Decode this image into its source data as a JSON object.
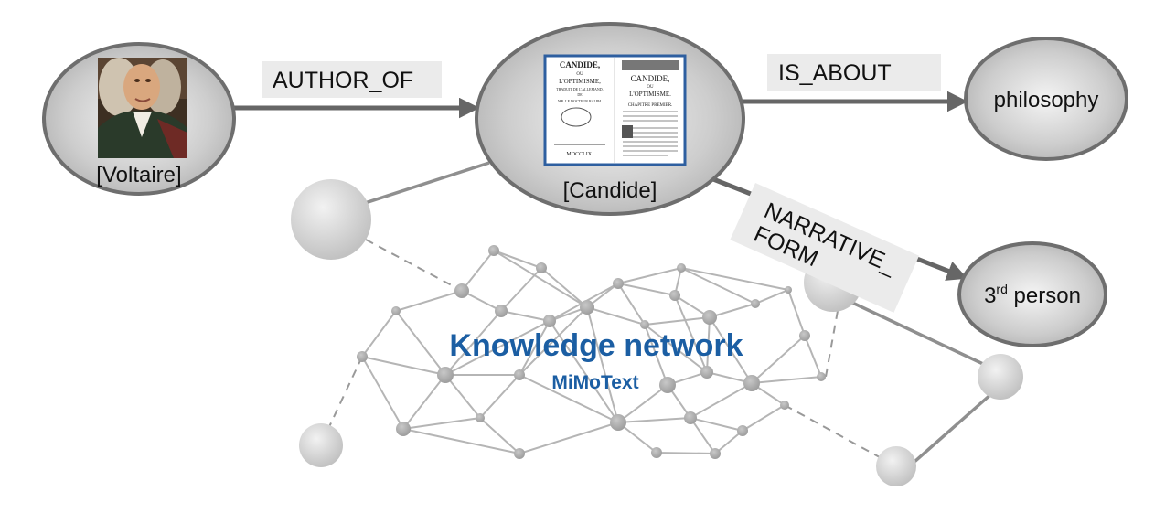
{
  "nodes": {
    "voltaire": {
      "label": "[Voltaire]",
      "image": "portrait-of-voltaire"
    },
    "candide": {
      "label": "[Candide]",
      "image": "candide-title-page"
    },
    "philosophy": {
      "label": "philosophy"
    },
    "third_person": {
      "label_sup": "rd",
      "label_prefix": "3",
      "label_suffix": " person"
    }
  },
  "edges": {
    "author_of": "AUTHOR_OF",
    "is_about": "IS_ABOUT",
    "narrative_form_line1": "NARRATIVE_",
    "narrative_form_line2": "FORM"
  },
  "network": {
    "title": "Knowledge network",
    "subtitle": "MiMoText"
  },
  "book": {
    "left_title": "CANDIDE,",
    "left_ou": "OU",
    "left_subtitle": "L'OPTIMISME,",
    "left_small1": "TRADUIT DE L'ALLEMAND.",
    "left_small2": "DE",
    "left_small3": "MR. LE DOCTEUR RALPH.",
    "left_date": "MDCCLIX.",
    "right_title": "CANDIDE,",
    "right_ou": "OU",
    "right_subtitle": "L'OPTIMISME.",
    "right_chapter": "CHAPITRE PREMIER."
  },
  "colors": {
    "title_blue": "#1b5ea3",
    "node_fill": "#d4d4d4",
    "node_stroke": "#6e6e6e",
    "edge": "#666666",
    "network_line": "#b3b3b3"
  }
}
